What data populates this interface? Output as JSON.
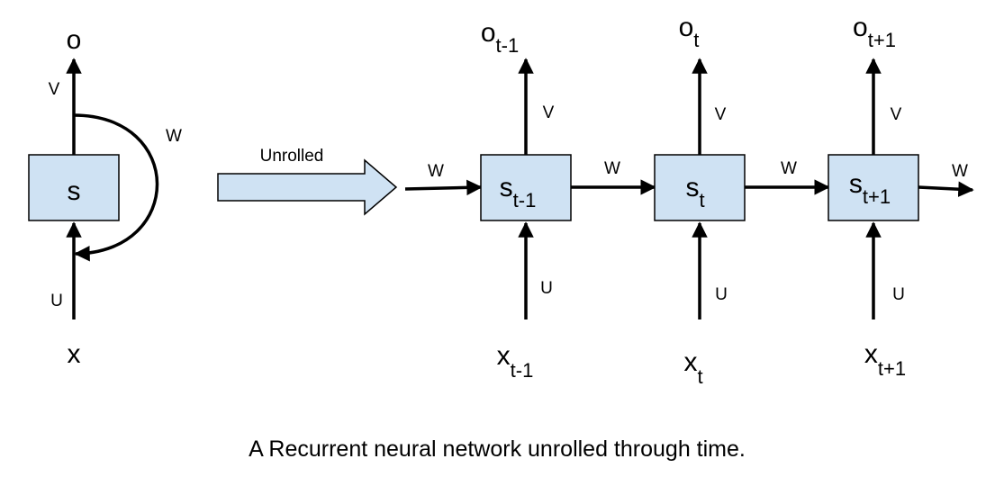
{
  "folded": {
    "state": "s",
    "output": "o",
    "input": "x",
    "weight_out": "V",
    "weight_in": "U",
    "weight_recurrent": "W"
  },
  "unroll_label": "Unrolled",
  "unrolled_steps": [
    {
      "state_base": "s",
      "state_sub": "t-1",
      "output_base": "o",
      "output_sub": "t-1",
      "input_base": "x",
      "input_sub": "t-1",
      "weight_out": "V",
      "weight_in": "U"
    },
    {
      "state_base": "s",
      "state_sub": "t",
      "output_base": "o",
      "output_sub": "t",
      "input_base": "x",
      "input_sub": "t",
      "weight_out": "V",
      "weight_in": "U"
    },
    {
      "state_base": "s",
      "state_sub": "t+1",
      "output_base": "o",
      "output_sub": "t+1",
      "input_base": "x",
      "input_sub": "t+1",
      "weight_out": "V",
      "weight_in": "U"
    }
  ],
  "recurrent_weights": [
    "W",
    "W",
    "W",
    "W"
  ],
  "caption": "A Recurrent neural network unrolled through time."
}
